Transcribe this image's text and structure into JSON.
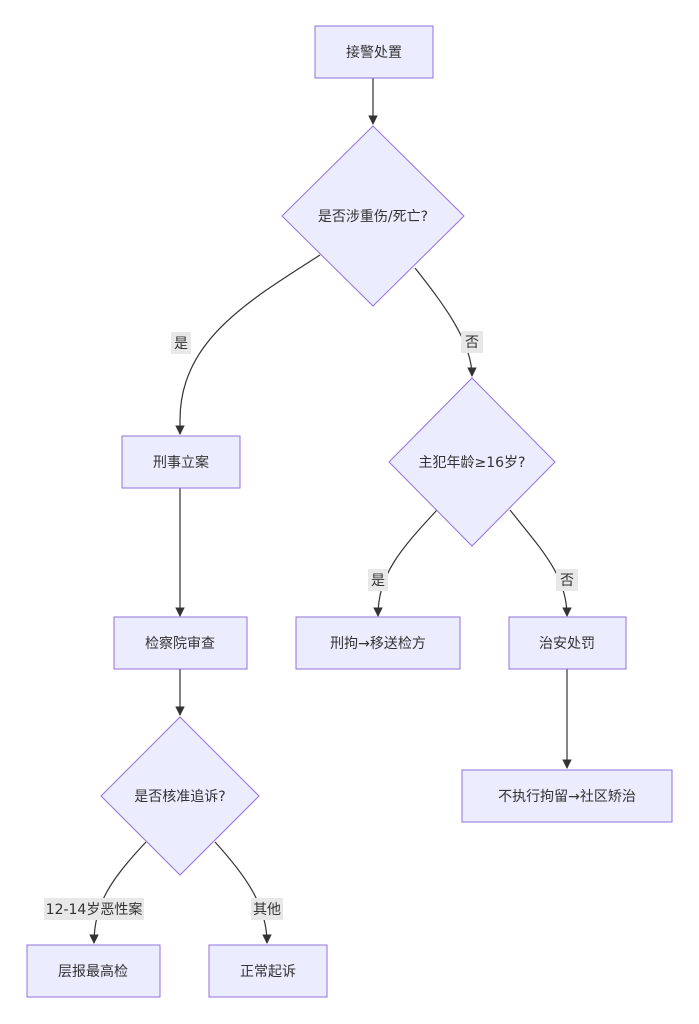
{
  "nodes": {
    "receive": "接警处置",
    "q_injury": "是否涉重伤/死亡?",
    "criminal_case": "刑事立案",
    "procuratorate_review": "检察院审查",
    "q_prosecute": "是否核准追诉?",
    "report_supreme": "层报最高检",
    "normal_prosecution": "正常起诉",
    "q_age": "主犯年龄≥16岁?",
    "detain_transfer": "刑拘→移送检方",
    "public_security_penalty": "治安处罚",
    "community_correction": "不执行拘留→社区矫治"
  },
  "edge_labels": {
    "injury_yes": "是",
    "injury_no": "否",
    "age_yes": "是",
    "age_no": "否",
    "prosecute_case": "12-14岁恶性案",
    "prosecute_other": "其他"
  },
  "colors": {
    "node_fill": "#ECECFF",
    "node_stroke": "#9370DB",
    "edge": "#333333",
    "label_bg": "#E8E8E8"
  }
}
